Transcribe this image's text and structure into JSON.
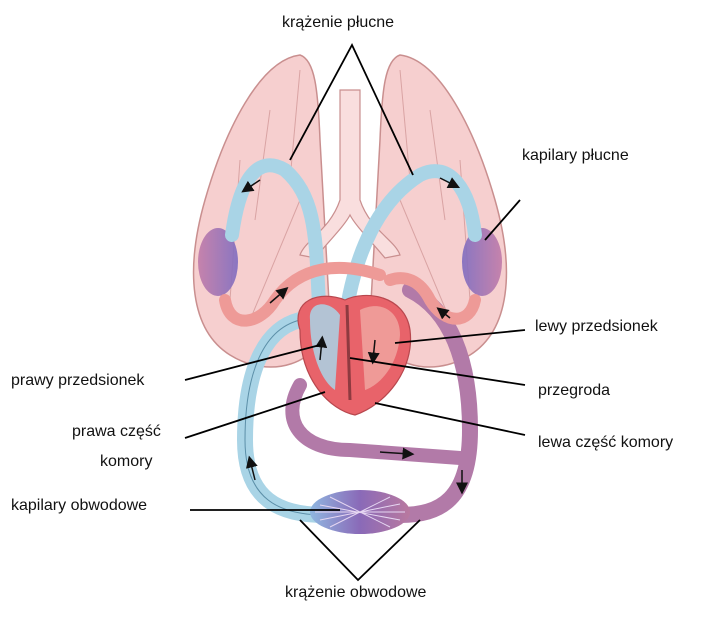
{
  "labels": {
    "pulmonary_circulation": "krążenie płucne",
    "pulmonary_capillaries": "kapilary płucne",
    "left_atrium": "lewy przedsionek",
    "right_atrium": "prawy przedsionek",
    "septum": "przegroda",
    "right_ventricle_line1": "prawa część",
    "right_ventricle_line2": "komory",
    "left_ventricle": "lewa część komory",
    "systemic_capillaries": "kapilary obwodowe",
    "systemic_circulation": "krążenie obwodowe"
  },
  "colors": {
    "lung_fill": "#f6cfcf",
    "lung_edge": "#c98f8f",
    "deoxygenated_vessel": "#a9d4e6",
    "oxygenated_vessel": "#ee9a97",
    "mixed_vessel": "#b27aa8",
    "heart_fill": "#e8636a",
    "capillary": "#7b6bb8",
    "leader_line": "#000000"
  }
}
